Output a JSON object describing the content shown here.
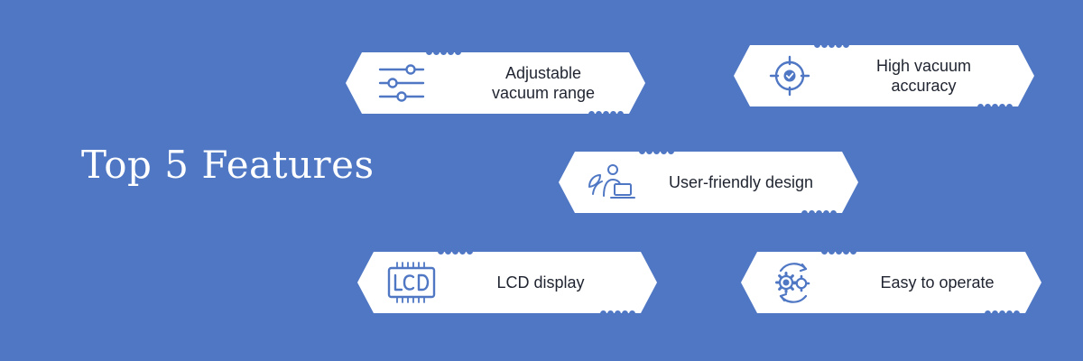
{
  "colors": {
    "background": "#4f77c4",
    "card": "#ffffff",
    "icon": "#4f77c4",
    "text": "#1f2430"
  },
  "title": "Top 5 Features",
  "features": [
    {
      "label": "Adjustable\nvacuum range",
      "icon": "sliders-icon"
    },
    {
      "label": "High vacuum\naccuracy",
      "icon": "target-check-icon"
    },
    {
      "label": "User-friendly design",
      "icon": "user-laptop-icon"
    },
    {
      "label": "LCD display",
      "icon": "lcd-display-icon"
    },
    {
      "label": "Easy to operate",
      "icon": "gears-cycle-icon"
    }
  ]
}
